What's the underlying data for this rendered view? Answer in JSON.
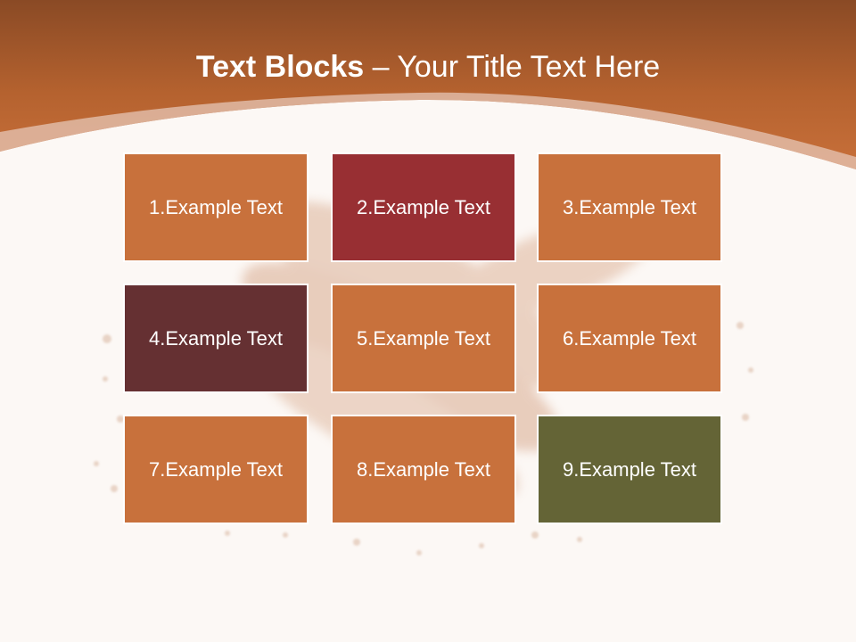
{
  "title": {
    "bold": "Text Blocks",
    "rest": " – Your Title Text Here"
  },
  "colors": {
    "header": "#c06a36",
    "header_dark": "#8a4a25",
    "tile_default": "#c8713c",
    "tile_red": "#982f33",
    "tile_maroon": "#653032",
    "tile_olive": "#646436",
    "background": "#fcf8f5"
  },
  "blocks": [
    {
      "label": "1.Example Text",
      "color": "#c8713c"
    },
    {
      "label": "2.Example Text",
      "color": "#982f33"
    },
    {
      "label": "3.Example Text",
      "color": "#c8713c"
    },
    {
      "label": "4.Example Text",
      "color": "#653032"
    },
    {
      "label": "5.Example Text",
      "color": "#c8713c"
    },
    {
      "label": "6.Example Text",
      "color": "#c8713c"
    },
    {
      "label": "7.Example Text",
      "color": "#c8713c"
    },
    {
      "label": "8.Example Text",
      "color": "#c8713c"
    },
    {
      "label": "9.Example Text",
      "color": "#646436"
    }
  ]
}
